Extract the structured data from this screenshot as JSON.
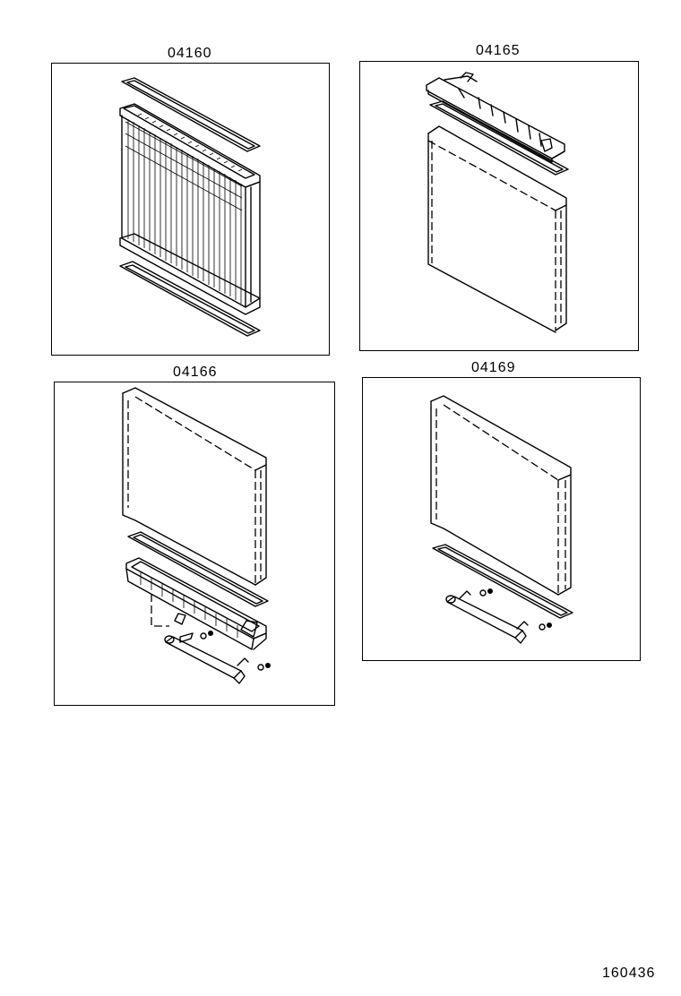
{
  "panels": [
    {
      "part_number": "04160"
    },
    {
      "part_number": "04165"
    },
    {
      "part_number": "04166"
    },
    {
      "part_number": "04169"
    }
  ],
  "footer": {
    "diagram_code": "160436"
  }
}
